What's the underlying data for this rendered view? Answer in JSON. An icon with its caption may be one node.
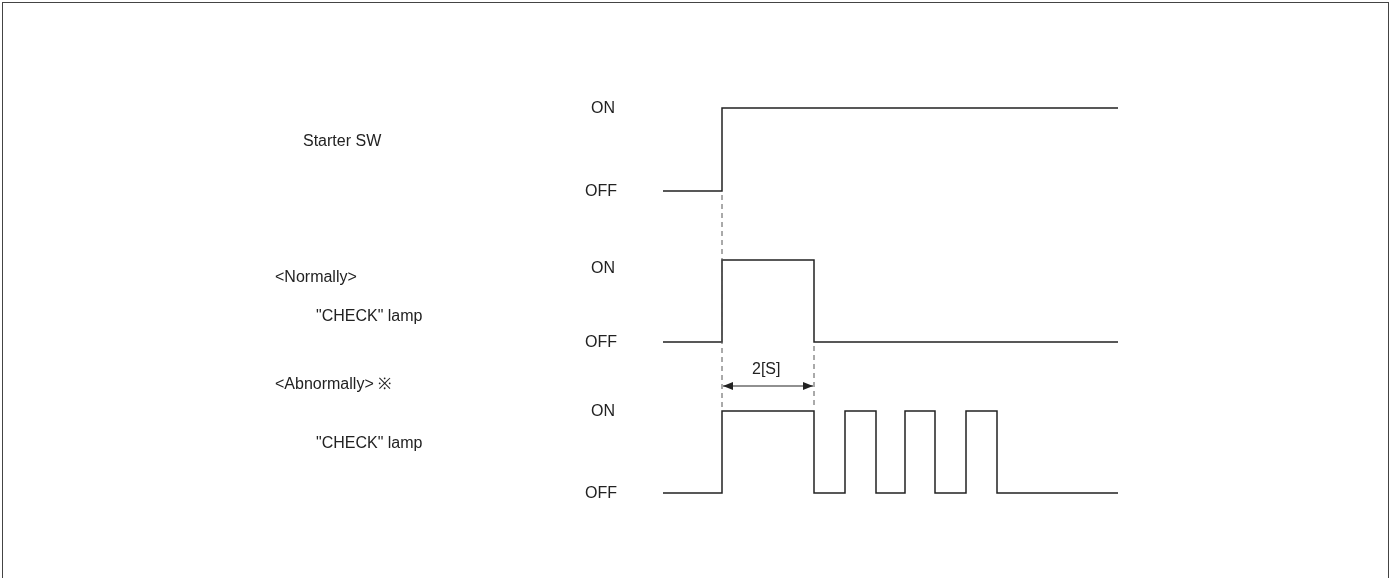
{
  "diagram": {
    "labels": [
      "ON",
      "Starter SW",
      "OFF",
      "ON",
      "<Normally>",
      "\"CHECK\" lamp",
      "OFF",
      "2[S]",
      "<Abnormally> ※",
      "ON",
      "\"CHECK\" lamp",
      "OFF"
    ]
  }
}
